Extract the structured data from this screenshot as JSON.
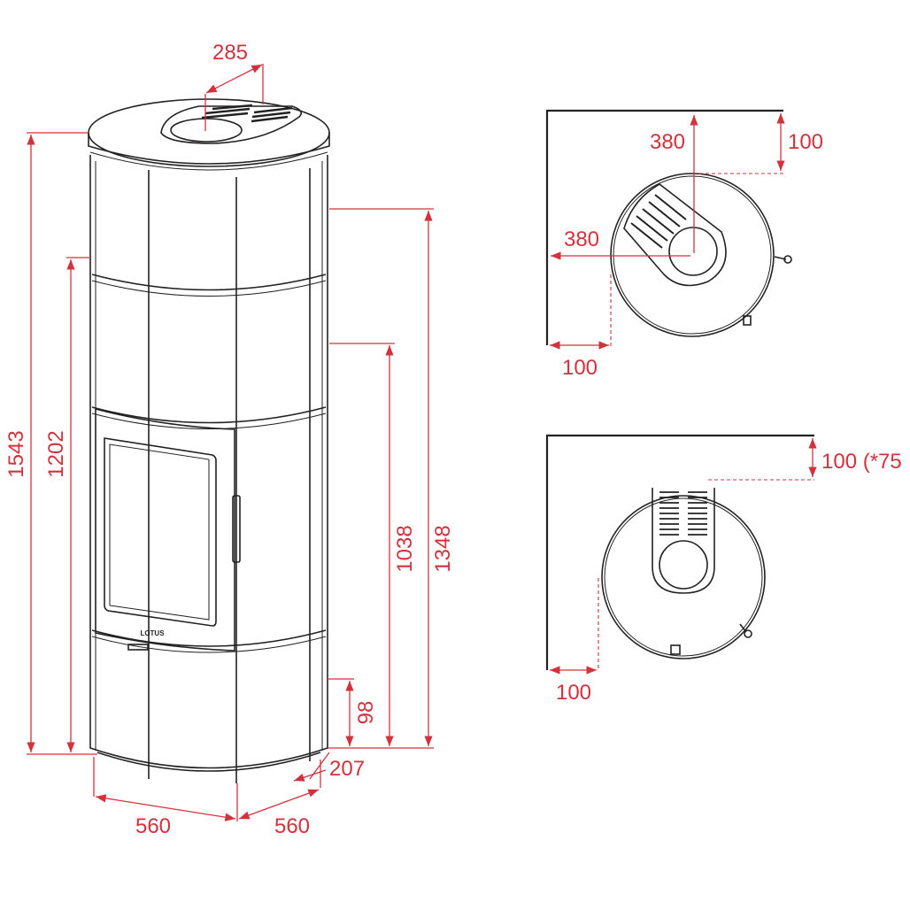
{
  "colors": {
    "dimension": "#d2323c",
    "outline": "#222222"
  },
  "front_view": {
    "brand_label": "LOTUS",
    "dimensions": {
      "total_height": "1543",
      "door_top_height": "1202",
      "outlet_height_rear": "1038",
      "outlet_height_top": "1348",
      "inlet_height": "98",
      "inlet_offset": "207",
      "width_left": "560",
      "width_right": "560",
      "flue_offset": "285"
    }
  },
  "plan_view_top": {
    "flue_offset_x": "380",
    "flue_offset_y": "380",
    "clearance_back": "100",
    "clearance_side": "100"
  },
  "plan_view_bottom": {
    "clearance_back": "100 (*75",
    "clearance_side": "100"
  }
}
